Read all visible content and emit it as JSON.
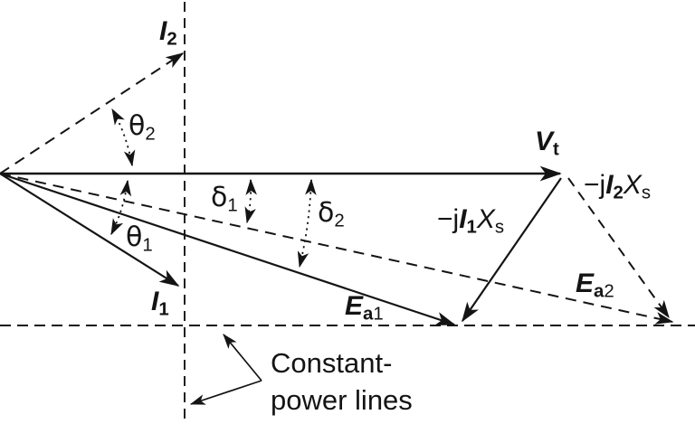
{
  "figure": {
    "background": "#ffffff",
    "ink": "#141414",
    "type": "phasor-diagram"
  },
  "labels": {
    "i2": {
      "main": "I",
      "sub": "2"
    },
    "i1": {
      "main": "I",
      "sub": "1"
    },
    "vt": {
      "main": "V",
      "sub": "t"
    },
    "ea1": {
      "main": "E",
      "sub_a": "a",
      "sub_n": "1"
    },
    "ea2": {
      "main": "E",
      "sub_a": "a",
      "sub_n": "2"
    },
    "theta2": {
      "main": "θ",
      "sub": "2"
    },
    "theta1": {
      "main": "θ",
      "sub": "1"
    },
    "delta1": {
      "main": "δ",
      "sub": "1"
    },
    "delta2": {
      "main": "δ",
      "sub": "2"
    },
    "mj_i1_xs": {
      "prefix": "−j",
      "current": "I",
      "current_sub": "1",
      "reactance": "X",
      "reactance_sub": "s"
    },
    "mj_i2_xs": {
      "prefix": "−j",
      "current": "I",
      "current_sub": "2",
      "reactance": "X",
      "reactance_sub": "s"
    }
  },
  "annotation": {
    "line1": "Constant-",
    "line2": "power lines"
  }
}
